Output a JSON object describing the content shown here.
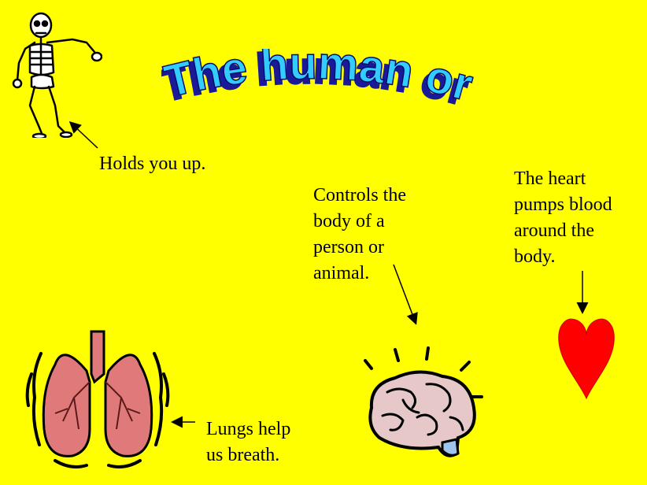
{
  "slide": {
    "title": "The human organs.",
    "background_color": "#ffff00",
    "title_fill_color": "#33ccff",
    "title_shadow_color": "#1a1a99"
  },
  "captions": {
    "skeleton": "Holds  you up.",
    "brain": "Controls the\nbody of a\nperson or\nanimal.",
    "heart": "The heart\npumps blood\naround the\nbody.",
    "lungs": "Lungs help\nus breath."
  },
  "icons": {
    "skeleton": "skeleton-icon",
    "brain": "brain-icon",
    "heart": "heart-icon",
    "lungs": "lungs-icon"
  },
  "colors": {
    "heart": "#ff0000",
    "lungs": "#e07a7a",
    "brain": "#e6c8c8"
  }
}
